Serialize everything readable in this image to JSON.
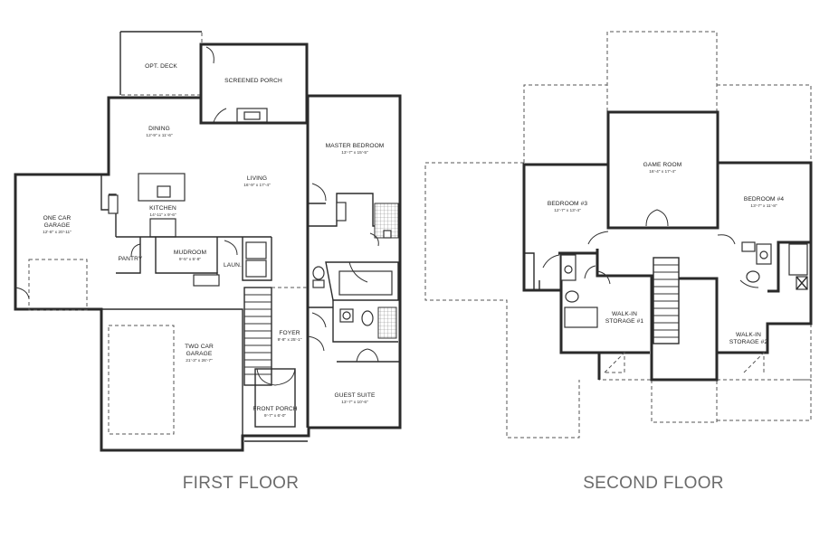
{
  "floors": [
    {
      "title": "FIRST FLOOR",
      "rooms": [
        {
          "name": "OPT. DECK",
          "dim": ""
        },
        {
          "name": "SCREENED PORCH",
          "dim": ""
        },
        {
          "name": "DINING",
          "dim": "12'-9\" x 11'-6\""
        },
        {
          "name": "LIVING",
          "dim": "16'-9\" x 17'-4\""
        },
        {
          "name": "MASTER BEDROOM",
          "dim": "13'-7\" x 15'-5\""
        },
        {
          "name": "KITCHEN",
          "dim": "14'-11\" x 9'-6\""
        },
        {
          "name": "ONE CAR GARAGE",
          "dim": "12'-8\" x 20'-11\""
        },
        {
          "name": "MUDROOM",
          "dim": "9'-5\" x 5'-8\""
        },
        {
          "name": "PANTRY",
          "dim": ""
        },
        {
          "name": "LAUN.",
          "dim": ""
        },
        {
          "name": "FOYER",
          "dim": "9'-8\" x 25'-1\""
        },
        {
          "name": "TWO CAR GARAGE",
          "dim": "21'-3\" x 26'-7\""
        },
        {
          "name": "FRONT PORCH",
          "dim": "9'-7\" x 6'-0\""
        },
        {
          "name": "GUEST SUITE",
          "dim": "13'-7\" x 10'-6\""
        }
      ]
    },
    {
      "title": "SECOND FLOOR",
      "rooms": [
        {
          "name": "GAME ROOM",
          "dim": "16'-4\" x 17'-4\""
        },
        {
          "name": "BEDROOM #3",
          "dim": "12'-7\" x 13'-4\""
        },
        {
          "name": "BEDROOM #4",
          "dim": "13'-7\" x 11'-8\""
        },
        {
          "name": "WALK-IN STORAGE #1",
          "dim": ""
        },
        {
          "name": "WALK-IN STORAGE #2",
          "dim": ""
        }
      ]
    }
  ],
  "colors": {
    "wall": "#2a2a2a",
    "title": "#6b6b6b",
    "background": "#ffffff"
  }
}
